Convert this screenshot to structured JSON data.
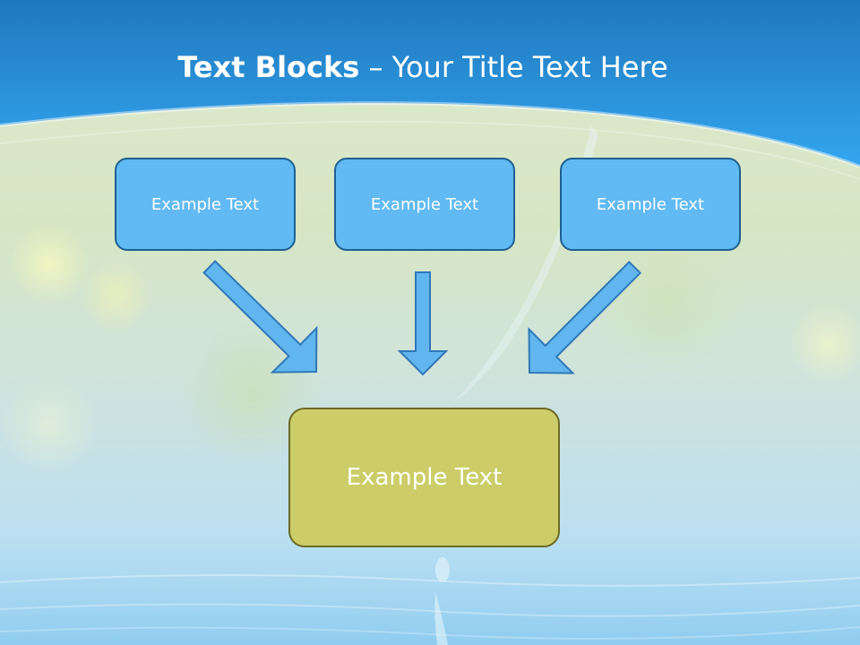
{
  "slide": {
    "title_bold": "Text Blocks",
    "title_dash": " – ",
    "title_rest": "Your Title Text Here"
  },
  "diagram": {
    "sources": [
      {
        "label": "Example Text"
      },
      {
        "label": "Example Text"
      },
      {
        "label": "Example Text"
      }
    ],
    "target": {
      "label": "Example Text"
    }
  },
  "colors": {
    "header_blue": "#2a8fd8",
    "source_fill": "#61baf3",
    "source_border": "#1f5f91",
    "target_fill": "#cccd69",
    "target_border": "#6c6a27",
    "arrow_fill": "#62b6ef",
    "arrow_stroke": "#2f78b7"
  }
}
